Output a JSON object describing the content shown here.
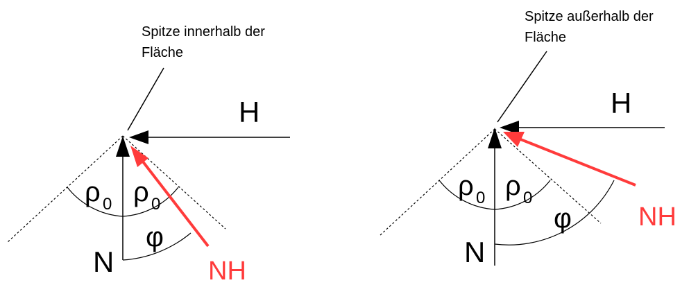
{
  "colors": {
    "ink": "#000000",
    "accent": "#ff3b3b",
    "background": "#ffffff"
  },
  "left": {
    "caption_line1": "Spitze innerhalb der",
    "caption_line2": "Fläche",
    "h_label": "H",
    "n_label": "N",
    "nh_label": "NH",
    "rho_symbol": "ρ",
    "rho_sub": "0",
    "phi_symbol": "φ"
  },
  "right": {
    "caption_line1": "Spitze außerhalb der",
    "caption_line2": "Fläche",
    "h_label": "H",
    "n_label": "N",
    "nh_label": "NH",
    "rho_symbol": "ρ",
    "rho_sub": "0",
    "phi_symbol": "φ"
  }
}
